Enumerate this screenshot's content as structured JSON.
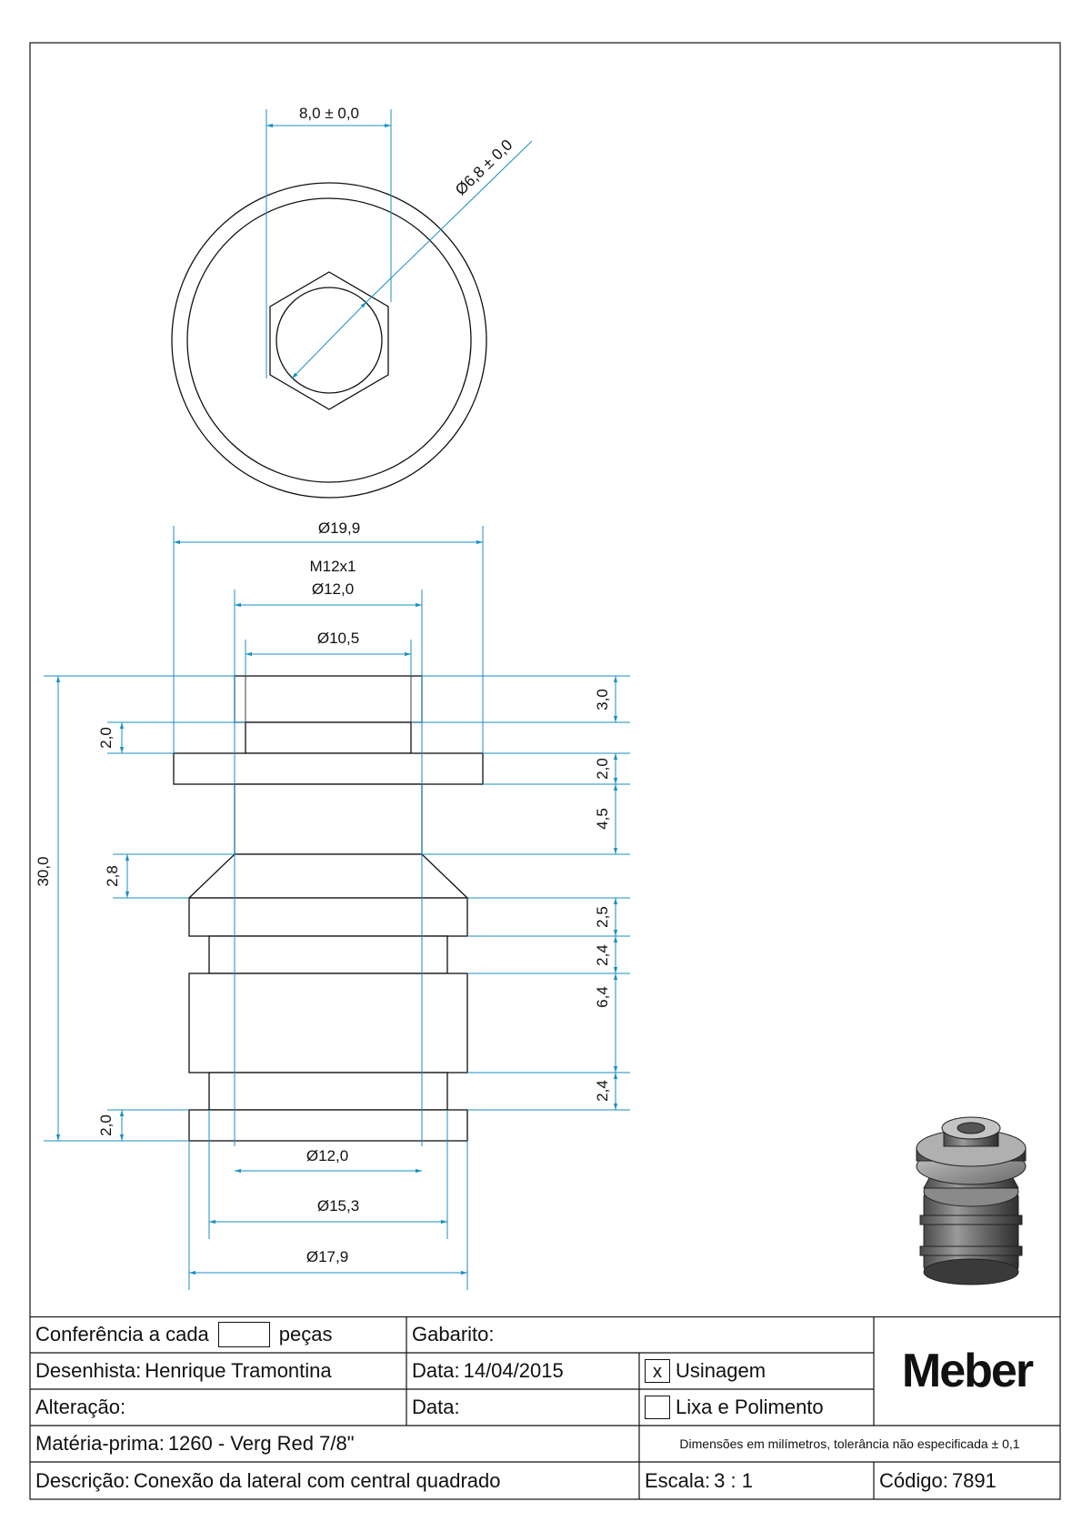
{
  "dimensions": {
    "hex_width": "8,0 ± 0,0",
    "bore_diameter": "Ø6,8 ± 0,0",
    "flange_diameter": "Ø19,9",
    "thread_spec": "M12x1",
    "thread_diameter": "Ø12,0",
    "inner_diameter": "Ø10,5",
    "total_length": "30,0",
    "top_head_height": "3,0",
    "top_neck_height": "2,0",
    "flange_height": "2,0",
    "shaft_height": "4,5",
    "cone_height": "2,8",
    "ring1_height": "2,5",
    "groove1_height": "2,4",
    "body_height": "6,4",
    "groove2_height": "2,4",
    "bottom_ring_height": "2,0",
    "bottom_diameter_1": "Ø12,0",
    "bottom_diameter_2": "Ø15,3",
    "bottom_diameter_3": "Ø17,9"
  },
  "title_block": {
    "conferencia_label": "Conferência a cada",
    "conferencia_value": "",
    "conferencia_suffix": "peças",
    "gabarito_label": "Gabarito:",
    "gabarito_value": "",
    "desenhista_label": "Desenhista:",
    "desenhista_value": "Henrique Tramontina",
    "data1_label": "Data:",
    "data1_value": "14/04/2015",
    "usinagem_check": "x",
    "usinagem_label": "Usinagem",
    "alteracao_label": "Alteração:",
    "alteracao_value": "",
    "data2_label": "Data:",
    "data2_value": "",
    "lixa_check": "",
    "lixa_label": "Lixa e Polimento",
    "materia_label": "Matéria-prima:",
    "materia_value": "1260 - Verg Red 7/8\"",
    "tolerance_note": "Dimensões em milímetros, tolerância não especificada ± 0,1",
    "descricao_label": "Descrição:",
    "descricao_value": "Conexão da lateral com central quadrado",
    "escala_label": "Escala:",
    "escala_value": "3 : 1",
    "codigo_label": "Código:",
    "codigo_value": "7891",
    "logo": "Meber"
  },
  "colors": {
    "line": "#111111",
    "dimension": "#1a8fc4",
    "render_dark": "#3a3a3a",
    "render_mid": "#7a7a7a",
    "render_light": "#b9b9b9"
  }
}
